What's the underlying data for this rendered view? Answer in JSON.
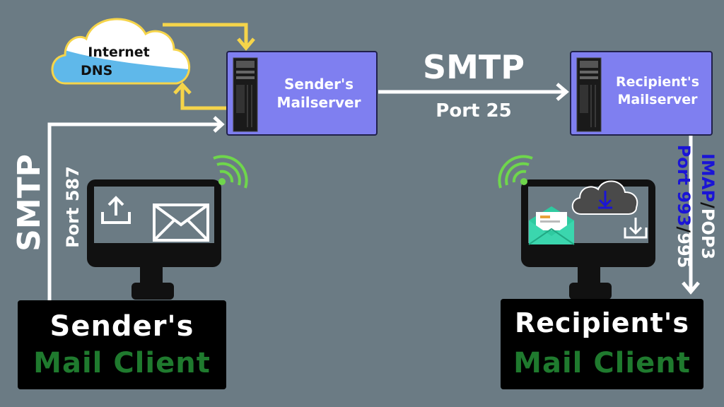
{
  "dns": {
    "line1": "Internet",
    "line2": "DNS"
  },
  "sender_server": {
    "line1": "Sender's",
    "line2": "Mailserver"
  },
  "recipient_server": {
    "line1": "Recipient's",
    "line2": "Mailserver"
  },
  "smtp_top": {
    "protocol": "SMTP",
    "port": "Port 25"
  },
  "smtp_left": {
    "protocol": "SMTP",
    "port": "Port 587"
  },
  "imap_pop": {
    "imap": "IMAP",
    "slash1": "/",
    "pop3": "POP3",
    "port_prefix": "Port ",
    "port993": "993",
    "slash2": "/",
    "port995": "995"
  },
  "sender_client": {
    "line1": "Sender's",
    "line2": "Mail Client"
  },
  "recipient_client": {
    "line1": "Recipient's",
    "line2": "Mail Client"
  },
  "colors": {
    "background": "#6b7b84",
    "server": "#7f7ff0",
    "dns_arrow": "#f5d44a",
    "client_green": "#1f7a2e",
    "imap_blue": "#1a14d6",
    "wifi": "#6fd64c"
  },
  "icons": [
    "cloud-icon",
    "server-tower-icon",
    "monitor-icon",
    "upload-icon",
    "envelope-icon",
    "wifi-icon",
    "open-envelope-icon",
    "cloud-download-icon",
    "download-icon"
  ]
}
